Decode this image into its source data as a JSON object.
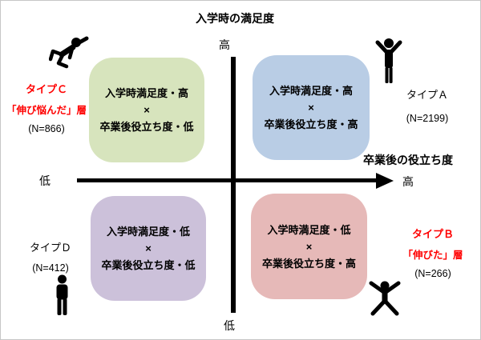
{
  "title": "入学時の満足度",
  "axes": {
    "y_top": "高",
    "y_bottom": "低",
    "x_left": "低",
    "x_right": "高",
    "x_title": "卒業後の役立ち度"
  },
  "quadrants": {
    "top_left": {
      "line1": "入学時満足度・高",
      "line2": "×",
      "line3": "卒業後役立ち度・低",
      "color": "#d7e4bd"
    },
    "top_right": {
      "line1": "入学時満足度・高",
      "line2": "×",
      "line3": "卒業後役立ち度・高",
      "color": "#b9cde5"
    },
    "bottom_left": {
      "line1": "入学時満足度・低",
      "line2": "×",
      "line3": "卒業後役立ち度・低",
      "color": "#ccc1da"
    },
    "bottom_right": {
      "line1": "入学時満足度・低",
      "line2": "×",
      "line3": "卒業後役立ち度・高",
      "color": "#e6b9b8"
    }
  },
  "types": {
    "c": {
      "name": "タイプＣ",
      "tag": "「伸び悩んだ」層",
      "n": "(N=866)",
      "name_color": "#ff0000",
      "icon": "stumbling-person-icon"
    },
    "a": {
      "name": "タイプＡ",
      "n": "(N=2199)",
      "name_color": "#000000",
      "icon": "cheering-person-icon"
    },
    "d": {
      "name": "タイプＤ",
      "n": "(N=412)",
      "name_color": "#000000",
      "icon": "standing-person-icon"
    },
    "b": {
      "name": "タイプＢ",
      "tag": "「伸びた」層",
      "n": "(N=266)",
      "name_color": "#ff0000",
      "icon": "jumping-person-icon"
    }
  },
  "colors": {
    "axis": "#000000",
    "highlight_text": "#ff0000",
    "frame_border": "#c6c6c6"
  }
}
